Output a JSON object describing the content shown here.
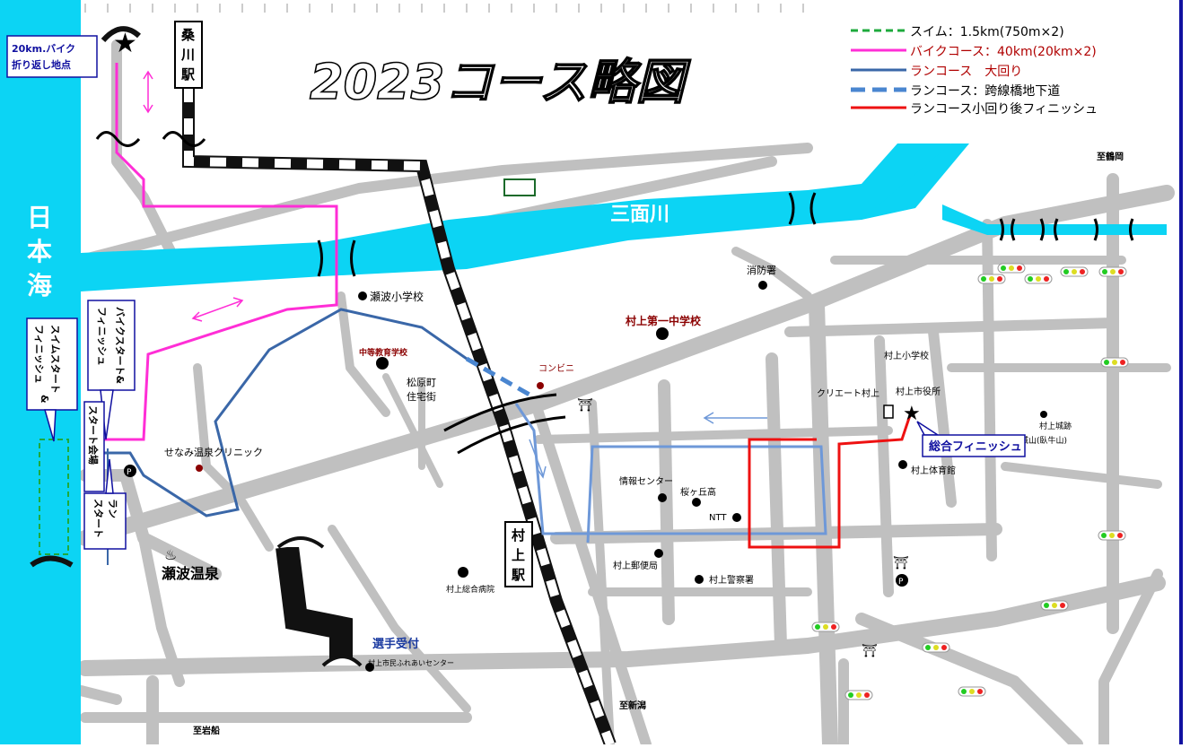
{
  "map": {
    "title": "2023コース略図",
    "sea_label": [
      "日",
      "本",
      "海"
    ],
    "river_label": "三面川",
    "station_top": [
      "桑",
      "川",
      "駅"
    ],
    "station_main": [
      "村",
      "上",
      "駅"
    ],
    "turnaround_note": [
      "20km.バイク",
      "折り返し地点"
    ],
    "direction_labels": {
      "tsuruoka": "至鶴岡",
      "niigata": "至新潟",
      "iwafune": "至岩船"
    },
    "landmarks": {
      "senami_elementary": "瀬波小学校",
      "fire_station": "消防署",
      "daiichi_jhs": "村上第一中学校",
      "chuto_school": "中等教育学校",
      "convenience": "コンビニ",
      "matsubara_1": "松原町",
      "matsubara_2": "住宅街",
      "clinic": "せなみ温泉クリニック",
      "info_center": "情報センター",
      "sakuragaoka": "桜ヶ丘高",
      "ntt": "NTT",
      "post_office": "村上郵便局",
      "police": "村上警察署",
      "hospital": "村上総合病院",
      "fureai_center": "村上市民ふれあいセンター",
      "reception": "選手受付",
      "onsen": "瀬波温泉",
      "city_hall": "村上市役所",
      "create": "クリエート村上",
      "elem_school": "村上小学校",
      "gym": "村上体育館",
      "castle_1": "村上城跡",
      "castle_2": "お城山(臥牛山)"
    },
    "callouts": {
      "swim_start": [
        "スイムスタート",
        "&",
        "フィニッシュ"
      ],
      "bike_start": [
        "バイクスタート&",
        "フィニッシュ"
      ],
      "start_area": "スタート会場",
      "run_start": [
        "ラン",
        "スタート"
      ],
      "total_finish": "総合フィニッシュ"
    }
  },
  "legend": [
    {
      "label": "スイム：1.5km(750m×2)",
      "color": "#1eaa3c",
      "style": "dashed",
      "text_color": "#000000"
    },
    {
      "label": "バイクコース：40km(20km×2)",
      "color": "#ff2ed6",
      "style": "solid",
      "text_color": "#b00000"
    },
    {
      "label": "ランコース　大回り",
      "color": "#3a67a8",
      "style": "solid",
      "text_color": "#b00000"
    },
    {
      "label": "ランコース：跨線橋地下道",
      "color": "#4a86d0",
      "style": "thick-dash",
      "text_color": "#000000"
    },
    {
      "label": "ランコース小回り後フィニッシュ",
      "color": "#ee1111",
      "style": "solid",
      "text_color": "#000000"
    }
  ],
  "colors": {
    "river": "#0cd4f4",
    "road": "#c0c0c0",
    "bike": "#ff2ed6",
    "run": "#3a67a8",
    "run_blue": "#6e98d8",
    "finish": "#ee1111",
    "swim": "#1eaa3c",
    "rail": "#111111",
    "frame": "#1010a0"
  }
}
